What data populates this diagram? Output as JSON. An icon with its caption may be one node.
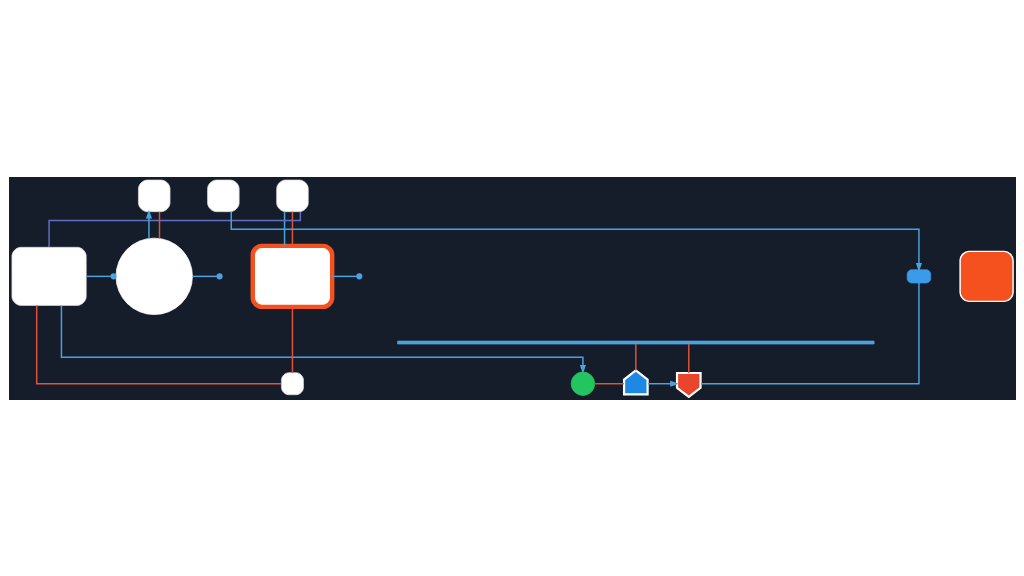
{
  "diagram": {
    "nodes": [
      {
        "text": [],
        "shape": "box"
      },
      {
        "text": [],
        "shape": "box"
      },
      {
        "text": [],
        "shape": "box"
      },
      {
        "text": [],
        "shape": "circle"
      },
      {
        "text": [],
        "shape": "box"
      },
      {
        "text": [],
        "shape": "box"
      },
      {
        "text": [],
        "shape": "box"
      },
      {
        "text": [],
        "shape": "box"
      },
      {
        "text": [],
        "shape": "box"
      },
      {
        "text": [],
        "shape": "circle"
      },
      {
        "text": [],
        "shape": "shield"
      },
      {
        "text": [],
        "shape": "shield"
      },
      {
        "text": [],
        "shape": "bar"
      }
    ],
    "edges": [
      {
        "from": 0,
        "to": 1,
        "arrow": "none"
      },
      {
        "from": 1,
        "to": 2,
        "arrow": "none",
        "color": "#5f6fc4"
      },
      {
        "from": 1,
        "to": 0,
        "arrow": "none",
        "color": "#e0533a"
      },
      {
        "from": 0,
        "to": null,
        "arrow": "other"
      },
      {
        "from": 2,
        "to": 3,
        "arrow": "other"
      },
      {
        "from": 3,
        "to": null,
        "arrow": "other"
      },
      {
        "from": 3,
        "to": 4,
        "arrow": "to"
      },
      {
        "from": 4,
        "to": 3,
        "arrow": "none",
        "color": "#e0533a"
      },
      {
        "from": 2,
        "to": 9,
        "arrow": "to"
      },
      {
        "from": 2,
        "to": 8,
        "arrow": "none",
        "color": "#e0533a"
      },
      {
        "from": 8,
        "to": 0,
        "arrow": "none",
        "color": "#e0533a"
      },
      {
        "from": 9,
        "to": 10,
        "arrow": "none",
        "color": "#e0533a"
      },
      {
        "from": 10,
        "to": 12,
        "arrow": "none",
        "color": "#e0533a"
      },
      {
        "from": 10,
        "to": 11,
        "arrow": "to"
      },
      {
        "from": 11,
        "to": 6,
        "arrow": "none"
      },
      {
        "from": 5,
        "to": 6,
        "arrow": "to"
      },
      {
        "from": 11,
        "to": 12,
        "arrow": "none",
        "color": "#e0533a"
      }
    ]
  }
}
